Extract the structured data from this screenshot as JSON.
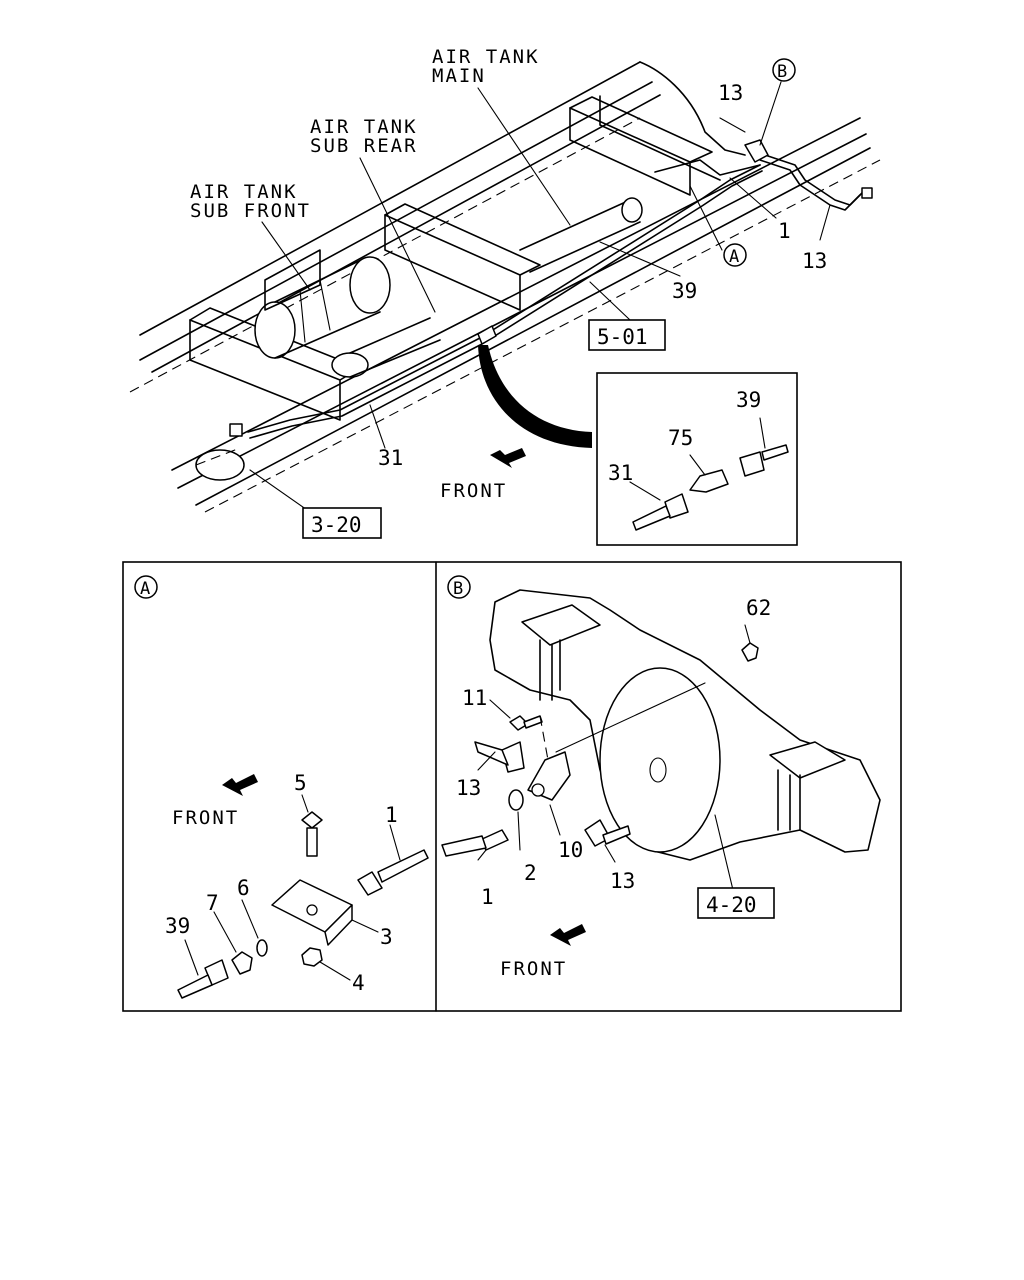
{
  "callouts": {
    "air_tank_main": [
      "AIR TANK",
      "MAIN"
    ],
    "air_tank_sub_rear": [
      "AIR TANK",
      "SUB REAR"
    ],
    "air_tank_sub_front": [
      "AIR TANK",
      "SUB FRONT"
    ],
    "front": "FRONT"
  },
  "refs": {
    "r501": "5-01",
    "r320": "3-20",
    "r420": "4-20"
  },
  "markers": {
    "a": "A",
    "b": "B"
  },
  "main_parts": {
    "p13a": "13",
    "p13b": "13",
    "p1": "1",
    "p39": "39",
    "p31": "31"
  },
  "inset_parts": {
    "p39": "39",
    "p75": "75",
    "p31": "31"
  },
  "panel_a": {
    "marker": "A",
    "front": "FRONT",
    "parts": {
      "p5": "5",
      "p1": "1",
      "p7": "7",
      "p6": "6",
      "p39": "39",
      "p3": "3",
      "p4": "4"
    }
  },
  "panel_b": {
    "marker": "B",
    "front": "FRONT",
    "parts": {
      "p62": "62",
      "p11": "11",
      "p13a": "13",
      "p1": "1",
      "p2": "2",
      "p10": "10",
      "p13b": "13"
    }
  }
}
